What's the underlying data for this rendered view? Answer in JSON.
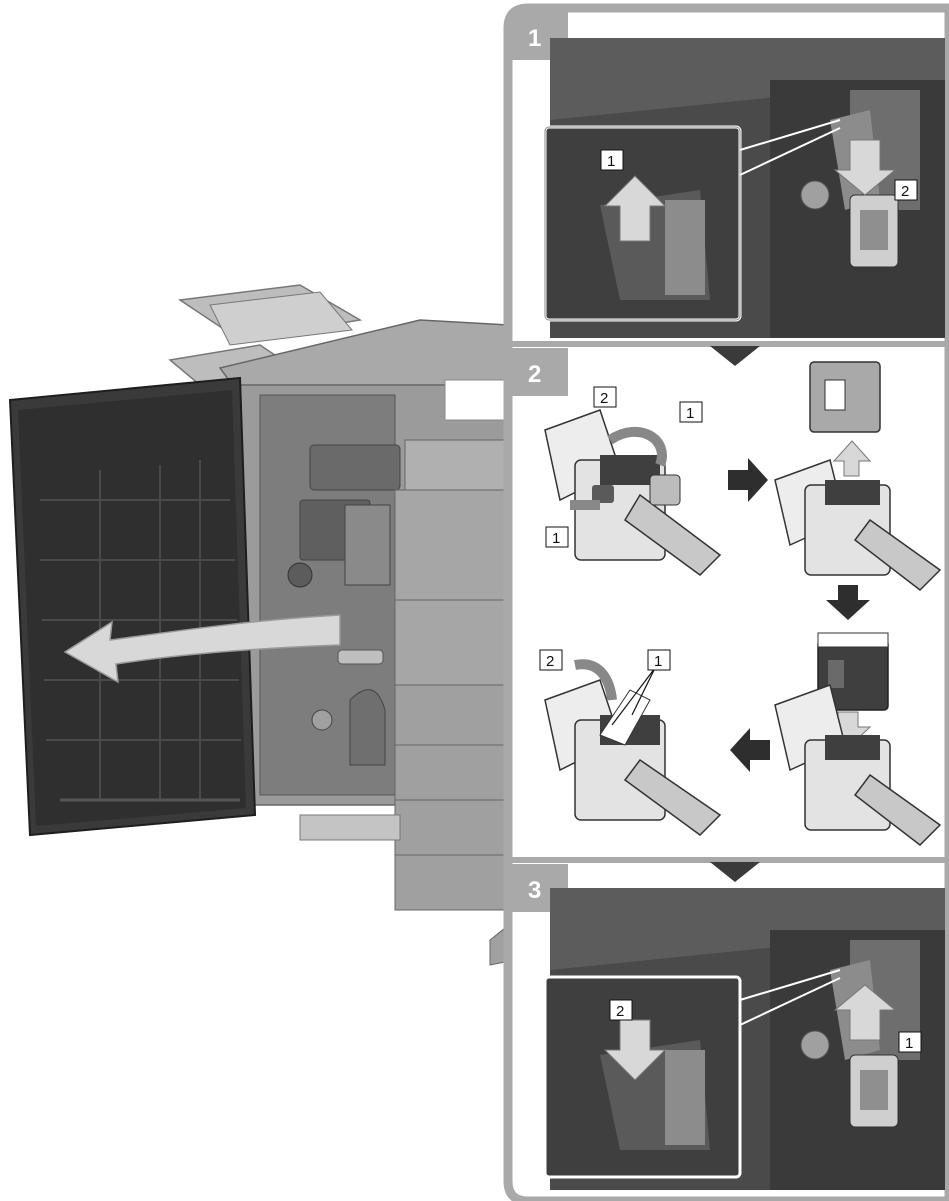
{
  "steps": [
    {
      "number": "1",
      "callouts": [
        "1",
        "2"
      ]
    },
    {
      "number": "2",
      "callouts": [
        "2",
        "1",
        "1",
        "2",
        "1"
      ]
    },
    {
      "number": "3",
      "callouts": [
        "2",
        "1"
      ]
    }
  ],
  "icons": {
    "flow_arrow": "arrow-right-icon",
    "down_marker": "triangle-down-icon"
  },
  "colors": {
    "panel_frame": "#a9a9a9",
    "dark_device": "#3a3a3a",
    "mid_device": "#8c8c8c",
    "light_device": "#c9c9c9",
    "arrow_fill": "#d8d8d8"
  }
}
